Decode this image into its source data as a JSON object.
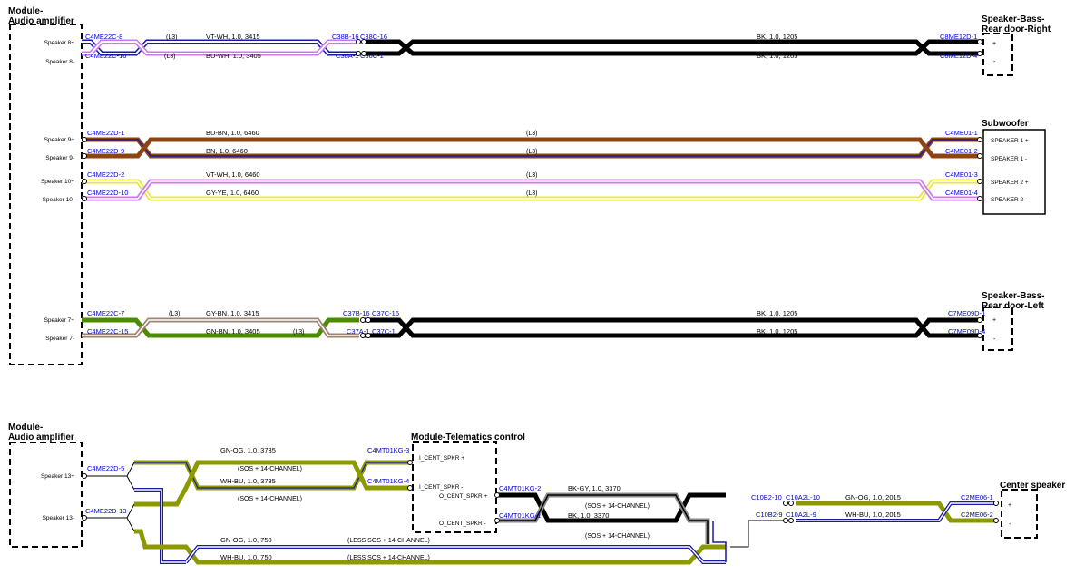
{
  "colors": {
    "black": "#000000",
    "violet": "#cc77ee",
    "blue": "#1a1aa6",
    "brown": "#8b4513",
    "yellow": "#e8e83a",
    "green": "#4c8c00",
    "olive": "#8c9a00",
    "pin_text": "#0000cc"
  },
  "modules": {
    "amp1_title": "Module-\nAudio amplifier",
    "amp2_title": "Module-\nAudio amplifier",
    "rear_right_title": "Speaker-Bass-\nRear door-Right",
    "subwoofer_title": "Subwoofer",
    "rear_left_title": "Speaker-Bass-\nRear door-Left",
    "telematics_title": "Module-Telematics control",
    "center_title": "Center speaker"
  },
  "amp1_pins": [
    "Speaker 8+",
    "Speaker 8-",
    "Speaker 9+",
    "Speaker 9-",
    "Speaker 10+",
    "Speaker 10-",
    "Speaker 7+",
    "Speaker 7-"
  ],
  "amp2_pins": [
    "Speaker 13+",
    "Speaker 13-"
  ],
  "rear_right_pins": [
    "+",
    "-"
  ],
  "rear_left_pins": [
    "+",
    "-"
  ],
  "sub_pins": [
    "SPEAKER 1 +",
    "SPEAKER 1 -",
    "SPEAKER 2 +",
    "SPEAKER 2 -"
  ],
  "center_pins": [
    "+",
    "-"
  ],
  "telematics_pins": [
    "I_CENT_SPKR +",
    "I_CENT_SPKR -",
    "O_CENT_SPKR +",
    "O_CENT_SPKR -"
  ],
  "connectors": {
    "c4me22c_8": "C4ME22C-8",
    "c4me22c_16": "C4ME22C-16",
    "c38b_16": "C38B-16",
    "c38c_16": "C38C-16",
    "c38a_1": "C38A-1",
    "c38c_1": "C38C-1",
    "c8me12d_1": "C8ME12D-1",
    "c8me12d_4": "C8ME12D-4",
    "c4me22d_1": "C4ME22D-1",
    "c4me22d_9": "C4ME22D-9",
    "c4me22d_2": "C4ME22D-2",
    "c4me22d_10": "C4ME22D-10",
    "c4me01_1": "C4ME01-1",
    "c4me01_2": "C4ME01-2",
    "c4me01_3": "C4ME01-3",
    "c4me01_4": "C4ME01-4",
    "c4me22c_7": "C4ME22C-7",
    "c4me22c_15": "C4ME22C-15",
    "c37b_16": "C37B-16",
    "c37c_16": "C37C-16",
    "c37a_1": "C37A-1",
    "c37c_1": "C37C-1",
    "c7me09d_1": "C7ME09D-1",
    "c7me09d_4": "C7ME09D-4",
    "c4me22d_5": "C4ME22D-5",
    "c4me22d_13": "C4ME22D-13",
    "c4mt01kg_3": "C4MT01KG-3",
    "c4mt01kg_4": "C4MT01KG-4",
    "c4mt01kg_2": "C4MT01KG-2",
    "c4mt01kg_1": "C4MT01KG-1",
    "c10b2_10": "C10B2-10",
    "c10a2l_10": "C10A2L-10",
    "c10b2_9": "C10B2-9",
    "c10a2l_9": "C10A2L-9",
    "c2me06_1": "C2ME06-1",
    "c2me06_2": "C2ME06-2"
  },
  "wires": {
    "w8p": "VT-WH,  1.0,  3415",
    "w8m": "BU-WH,  1.0,  3405",
    "w8bk": "BK,  1.0,  1205",
    "w8bk2": "BK,  1.0,  1205",
    "w9p": "BU-BN,  1.0,  6460",
    "w9m": "BN,  1.0,  6460",
    "w10p": "VT-WH,  1.0,  6460",
    "w10m": "GY-YE,  1.0,  6460",
    "w7p": "GY-BN,  1.0,  3415",
    "w7m": "GN-BN,  1.0,  3405",
    "w7bk": "BK,  1.0,  1205",
    "w7bk2": "BK,  1.0,  1205",
    "w13a": "GN-OG,  1.0,  3735",
    "w13b": "WH-BU,  1.0,  3735",
    "wtel1": "BK-GY,  1.0,  3370",
    "wtel2": "BK,  1.0,  3370",
    "w13c": "GN-OG,  1.0,  750",
    "w13d": "WH-BU,  1.0,  750",
    "wc1": "GN-OG,  1.0,  2015",
    "wc2": "WH-BU,  1.0,  2015"
  },
  "notes": {
    "l3": "(L3)",
    "sos14": "(SOS + 14-CHANNEL)",
    "lesssos": "(LESS SOS + 14-CHANNEL)"
  }
}
